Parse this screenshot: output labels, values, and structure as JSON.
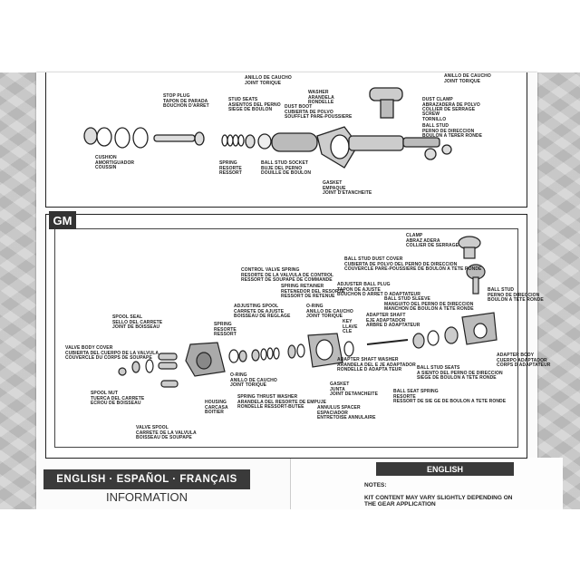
{
  "top_panel": {
    "labels": [
      {
        "id": "t1",
        "text": "ANILLO DE CAUCHO\nJOINT TORIQUE"
      },
      {
        "id": "t2",
        "text": "ANILLO DE CAUCHO\nJOINT TORIQUE"
      },
      {
        "id": "t3",
        "text": "WASHER\nARANDELA\nRONDELLE"
      },
      {
        "id": "t4",
        "text": "STOP PLUG\nTAPON DE PARADA\nBOUCHON D'ARRET"
      },
      {
        "id": "t5",
        "text": "STUD SEATS\nASIENTOS DEL PERNO\nSIEGE DE BOULON"
      },
      {
        "id": "t6",
        "text": "DUST BOOT\nCUBIERTA DE POLVO\nSOUFFLET PARE-POUSSIERE"
      },
      {
        "id": "t7",
        "text": "DUST CLAMP\nABRAZADERA DE POLVO\nCOLLIER DE SERRAGE"
      },
      {
        "id": "t8",
        "text": "SCREW\nTORNILLO"
      },
      {
        "id": "t9",
        "text": "BALL STUD\nPERNO DE DIRECCION\nBOULON A TERER RONDE"
      },
      {
        "id": "t10",
        "text": "SPRING\nRESORTE\nRESSORT"
      },
      {
        "id": "t11",
        "text": "BALL STUD SOCKET\nBUJE DEL PERNO\nDOUILLE DE BOULON"
      },
      {
        "id": "t12",
        "text": "CUSHION\nAMORTIGUADOR\nCOUSSIN"
      },
      {
        "id": "t13",
        "text": "GASKET\nEMPAQUE\nJOINT D'ETANCHEITE"
      }
    ]
  },
  "gm_panel": {
    "badge": "GM",
    "labels": [
      {
        "id": "g1",
        "text": "CLAMP\nABRAZ ADERA\nCOLLIER DE SERRAGE"
      },
      {
        "id": "g2",
        "text": "BALL STUD DUST COVER\nCUBIERTA DE POLVO DEL PERNO DE DIRECCION\nCOUVERCLE PARE-POUSSIERE DE BOULON A TETE RONDE"
      },
      {
        "id": "g3",
        "text": "CONTROL VALVE SPRING\nRESORTE DE LA VALVULA DE CONTROL\nRESSORT DE SOUPAPE DE COMMANDE"
      },
      {
        "id": "g4",
        "text": "SPRING RETAINER\nRETENEDOR DEL RESORTE\nRESSORT DE RETENUE"
      },
      {
        "id": "g5",
        "text": "ADJUSTER BALL PLUG\nTAPON DE AJUSTE\nBOUCHON D ARRET D ADAPTATEUR"
      },
      {
        "id": "g6",
        "text": "BALL STUD\nPERNO DE DIRECCION\nBOULON A TETE RONDE"
      },
      {
        "id": "g7",
        "text": "ADJUSTING SPOOL\nCARRETE DE AJUSTE\nBOISSEAU DE REGLAGE"
      },
      {
        "id": "g8",
        "text": "O-RING\nANILLO DE CAUCHO\nJOINT TORIQUE"
      },
      {
        "id": "g9",
        "text": "BALL STUD SLEEVE\nMANGUITO DEL PERNO DE DIRECCION\nMANCHON DE BOULON A TETE RONDE"
      },
      {
        "id": "g10",
        "text": "SPOOL SEAL\nSELLO DEL CARRETE\nJOINT DE BOISSEAU"
      },
      {
        "id": "g11",
        "text": "SPRING\nRESORTE\nRESSORT"
      },
      {
        "id": "g12",
        "text": "KEY\nLLAVE\nCLE"
      },
      {
        "id": "g13",
        "text": "ADAPTER SHAFT\nEJE ADAPTADOR\nARBRE D ADAPTATEUR"
      },
      {
        "id": "g14",
        "text": "VALVE BODY COVER\nCUBIERTA DEL CUERPO DE LA VALVULA\nCOUVERCLE DU CORPS DE SOUPAPE"
      },
      {
        "id": "g15",
        "text": "ADAPTER SHAFT WASHER\nARANDELA DEL E JE ADAPTADOR\nRONDELLE D ADAPTA TEUR"
      },
      {
        "id": "g16",
        "text": "ADAPTER BODY\nCUERPO ADAPTADOR\nCORPS D ADAPTATEUR"
      },
      {
        "id": "g17",
        "text": "O-RING\nANILLO DE CAUCHO\nJOINT TORIQUE"
      },
      {
        "id": "g18",
        "text": "BALL STUD SEATS\nA SIENTO DEL PERNO DE DIRECCION\nSIEGE DE BOULON A TETE RONDE"
      },
      {
        "id": "g19",
        "text": "SPOOL NUT\nTUERCA DEL CARRETE\nECROU DE BOISSEAU"
      },
      {
        "id": "g20",
        "text": "GASKET\nJUNTA\nJOINT DETANCHEITE"
      },
      {
        "id": "g21",
        "text": "BALL SEAT SPRING\nRESORTE\nRESSORT DE SIE GE DE BOULON A TETE RONDE"
      },
      {
        "id": "g22",
        "text": "HOUSING\nCARCASA\nBOITIER"
      },
      {
        "id": "g23",
        "text": "SPRING THRUST WASHER\nARANDELA DEL RESORTE DE EMPUJE\nRONDELLE RESSORT-BUTEE"
      },
      {
        "id": "g24",
        "text": "ANNULUS SPACER\nESPACIADOR\nENTRETOISE ANNULAIRE"
      },
      {
        "id": "g25",
        "text": "VALVE SPOOL\nCARRETE DE LA VALVULA\nBOISSEAU DE SOUPAPE"
      }
    ]
  },
  "footer": {
    "languages": "ENGLISH · ESPAÑOL · FRANÇAIS",
    "information": "INFORMATION",
    "english_badge": "ENGLISH",
    "notes_label": "NOTES:",
    "notes_text": "KIT CONTENT MAY VARY SLIGHTLY DEPENDING ON\nTHE GEAR APPLICATION"
  }
}
